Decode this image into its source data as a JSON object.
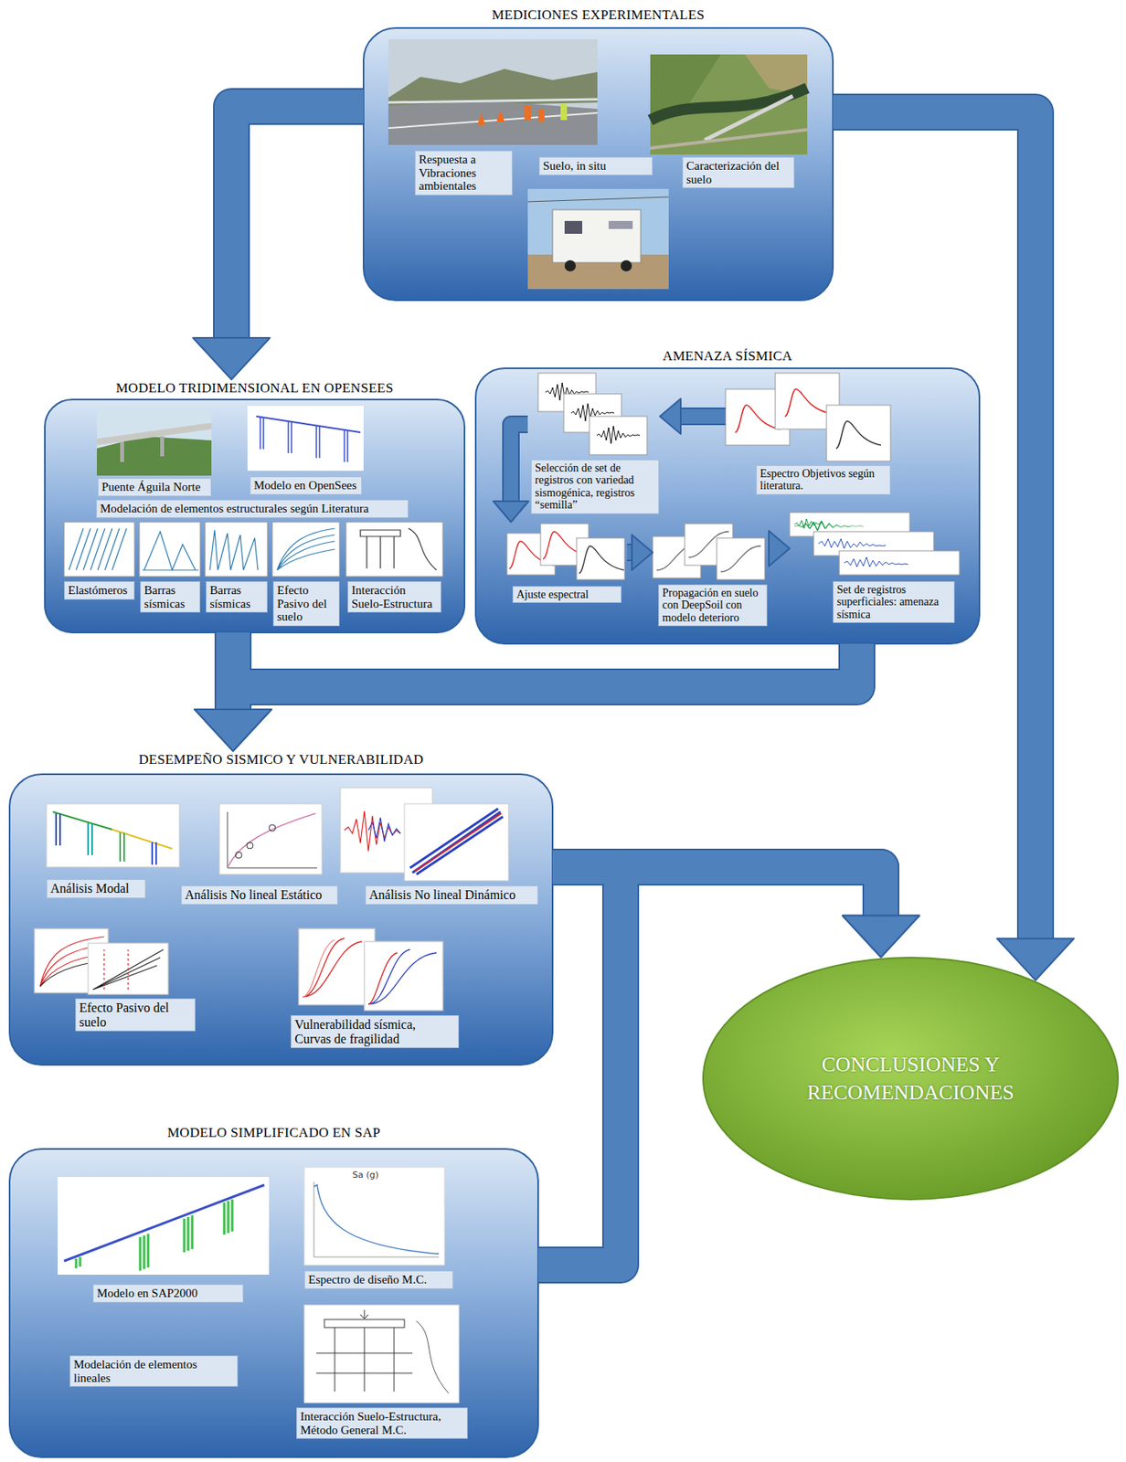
{
  "diagram": {
    "nodes": [
      {
        "text": [
          "MEDICIONES EXPERIMENTALES"
        ]
      },
      {
        "text": [
          "Respuesta a Vibraciones ambientales"
        ],
        "in": 0
      },
      {
        "text": [
          "Suelo, in situ"
        ],
        "in": 0
      },
      {
        "text": [
          "Caracterización del suelo"
        ],
        "in": 0
      },
      {
        "text": [
          "MODELO TRIDIMENSIONAL EN OPENSEES"
        ]
      },
      {
        "text": [
          "Puente Águila Norte"
        ],
        "in": 4
      },
      {
        "text": [
          "Modelo en OpenSees"
        ],
        "in": 4
      },
      {
        "text": [
          "Modelación de elementos estructurales según Literatura"
        ],
        "in": 4
      },
      {
        "text": [
          "Elastómeros"
        ],
        "in": 4
      },
      {
        "text": [
          "Barras sísmicas"
        ],
        "in": 4
      },
      {
        "text": [
          "Barras sísmicas"
        ],
        "in": 4
      },
      {
        "text": [
          "Efecto Pasivo del suelo"
        ],
        "in": 4
      },
      {
        "text": [
          "Interacción Suelo-Estructura"
        ],
        "in": 4
      },
      {
        "text": [
          "AMENAZA SÍSMICA"
        ]
      },
      {
        "text": [
          "Selección de set de registros con variedad sismogénica, registros “semilla”"
        ],
        "in": 13
      },
      {
        "text": [
          "Espectro Objetivos según literatura."
        ],
        "in": 13
      },
      {
        "text": [
          "Ajuste espectral"
        ],
        "in": 13
      },
      {
        "text": [
          "Propagación en suelo con DeepSoil con modelo deterioro"
        ],
        "in": 13
      },
      {
        "text": [
          "Set de registros superficiales: amenaza sísmica"
        ],
        "in": 13
      },
      {
        "text": [
          "DESEMPEÑO SISMICO Y VULNERABILIDAD"
        ]
      },
      {
        "text": [
          "Análisis Modal"
        ],
        "in": 19
      },
      {
        "text": [
          "Análisis No lineal Estático"
        ],
        "in": 19
      },
      {
        "text": [
          "Análisis No lineal Dinámico"
        ],
        "in": 19
      },
      {
        "text": [
          "Efecto Pasivo del suelo"
        ],
        "in": 19
      },
      {
        "text": [
          "Vulnerabilidad sísmica, Curvas de fragilidad"
        ],
        "in": 19
      },
      {
        "text": [
          "CONCLUSIONES Y RECOMENDACIONES"
        ]
      },
      {
        "text": [
          "MODELO SIMPLIFICADO EN SAP"
        ]
      },
      {
        "text": [
          "Modelo en SAP2000"
        ],
        "in": 26
      },
      {
        "text": [
          "Espectro de diseño M.C."
        ],
        "in": 26
      },
      {
        "text": [
          "Modelación de elementos lineales"
        ],
        "in": 26
      },
      {
        "text": [
          "Interacción Suelo-Estructura, Método General M.C."
        ],
        "in": 26
      }
    ],
    "edges": [
      {
        "from": 0,
        "to": 4,
        "arrow": "to"
      },
      {
        "from": 0,
        "to": 25,
        "arrow": "to"
      },
      {
        "from": 15,
        "to": 14,
        "arrow": "to"
      },
      {
        "from": 14,
        "to": 16,
        "arrow": "to"
      },
      {
        "from": 16,
        "to": 17,
        "arrow": "to"
      },
      {
        "from": 17,
        "to": 18,
        "arrow": "to"
      },
      {
        "from": 4,
        "to": 19,
        "arrow": "to"
      },
      {
        "from": 13,
        "to": 19,
        "arrow": "to"
      },
      {
        "from": 19,
        "to": 25,
        "arrow": "to"
      },
      {
        "from": 26,
        "to": 25,
        "arrow": "to"
      }
    ],
    "labels": [
      "Sa (g)"
    ]
  }
}
